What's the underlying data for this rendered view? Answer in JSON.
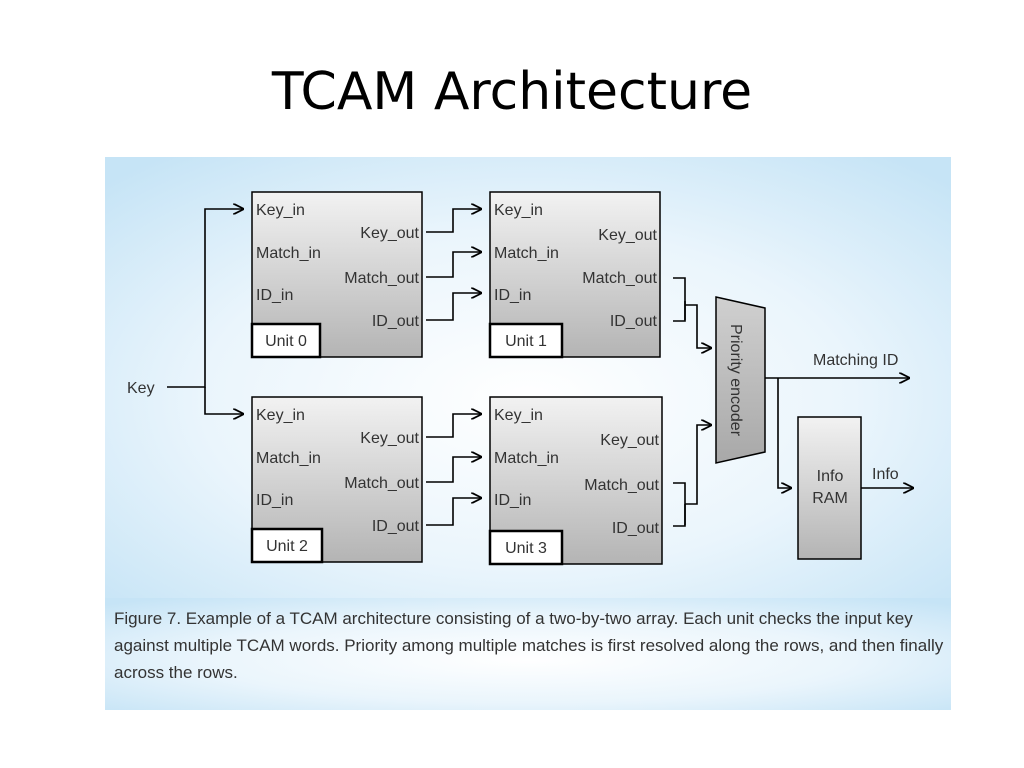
{
  "title": "TCAM Architecture",
  "diagram": {
    "units": [
      {
        "label": "Unit 0",
        "ports_in": [
          "Key_in",
          "Match_in",
          "ID_in"
        ],
        "ports_out": [
          "Key_out",
          "Match_out",
          "ID_out"
        ]
      },
      {
        "label": "Unit 1",
        "ports_in": [
          "Key_in",
          "Match_in",
          "ID_in"
        ],
        "ports_out": [
          "Key_out",
          "Match_out",
          "ID_out"
        ]
      },
      {
        "label": "Unit 2",
        "ports_in": [
          "Key_in",
          "Match_in",
          "ID_in"
        ],
        "ports_out": [
          "Key_out",
          "Match_out",
          "ID_out"
        ]
      },
      {
        "label": "Unit 3",
        "ports_in": [
          "Key_in",
          "Match_in",
          "ID_in"
        ],
        "ports_out": [
          "Key_out",
          "Match_out",
          "ID_out"
        ]
      }
    ],
    "key_label": "Key",
    "priority_encoder_label": "Priority encoder",
    "info_ram_line1": "Info",
    "info_ram_line2": "RAM",
    "matching_id_label": "Matching ID",
    "info_label": "Info",
    "colors": {
      "background_blue": "#c6e4f6",
      "box_top": "#f2f2f2",
      "box_bottom": "#b4b4b4",
      "stroke": "#000000"
    }
  },
  "caption": "Figure 7.  Example of a TCAM architecture consisting of a two-by-two array. Each unit checks the input key against multiple TCAM words. Priority among multiple matches is first resolved along the rows, and then finally across the rows."
}
